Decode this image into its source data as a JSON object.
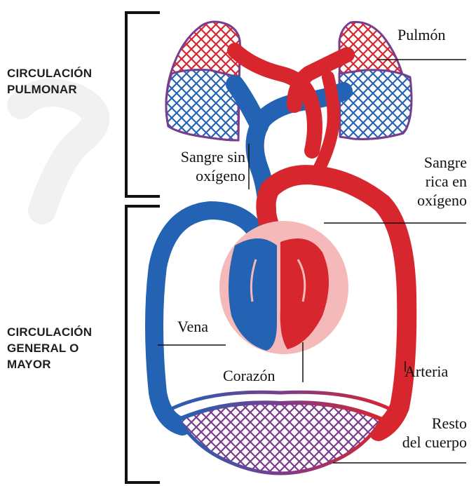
{
  "sections": {
    "pulmonary": [
      "CIRCULACIÓN",
      "PULMONAR"
    ],
    "systemic": [
      "CIRCULACIÓN",
      "GENERAL O",
      "MAYOR"
    ]
  },
  "labels": {
    "lung": "Pulmón",
    "deoxygenated": [
      "Sangre sin",
      "oxígeno"
    ],
    "oxygenated": [
      "Sangre",
      "rica en",
      "oxígeno"
    ],
    "vein": "Vena",
    "heart": "Corazón",
    "artery": "Arteria",
    "rest_of_body": [
      "Resto",
      "del cuerpo"
    ]
  },
  "colors": {
    "oxygenated": "#d7262e",
    "deoxygenated": "#2462b4",
    "capillary_mix": "#7a3c8c",
    "heart_sac": "#f4b9b8",
    "lines": "#111111"
  }
}
